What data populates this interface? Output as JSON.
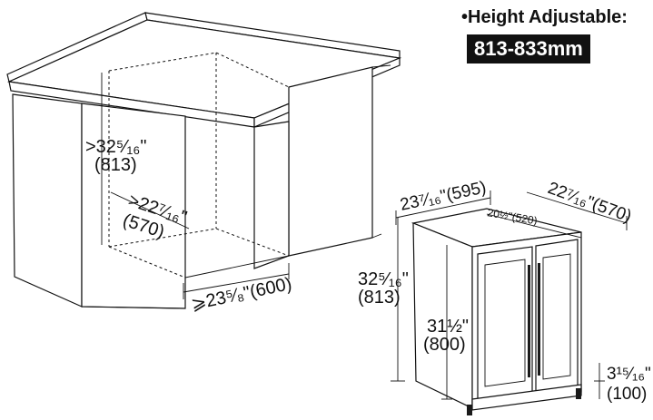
{
  "header": {
    "bullet": "•",
    "title": "Height Adjustable:",
    "range": "813-833mm"
  },
  "cabinet_opening": {
    "height_in": ">32⁵⁄₁₆\"",
    "height_mm": "(813)",
    "depth_in": ">22⁷⁄₁₆\"",
    "depth_mm": "(570)",
    "width": "⩾23⁵⁄₈\"(600)"
  },
  "appliance": {
    "width": "23⁷⁄₁₆\"(595)",
    "depth": "22⁷⁄₁₆\"(570)",
    "inner_depth": "20½\"(520)",
    "overall_height_in": "32⁵⁄₁₆\"",
    "overall_height_mm": "(813)",
    "cabinet_height_in": "31½\"",
    "cabinet_height_mm": "(800)",
    "leg_height_in": "3¹⁵⁄₁₆\"",
    "leg_height_mm": "(100)"
  }
}
